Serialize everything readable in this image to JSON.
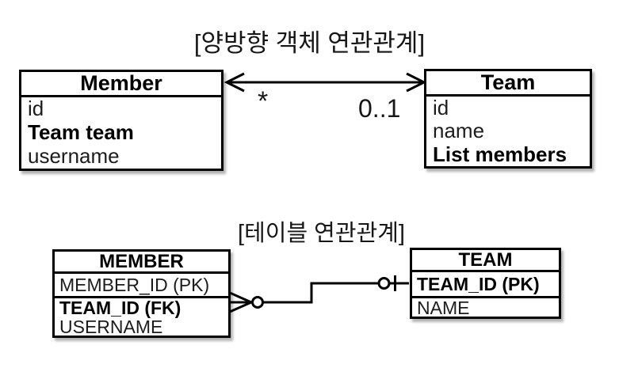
{
  "object_diagram": {
    "title": "[양방향 객체 연관관계]",
    "member": {
      "name": "Member",
      "attributes": [
        "id",
        "Team team",
        "username"
      ]
    },
    "team": {
      "name": "Team",
      "attributes": [
        "id",
        "name",
        "List members"
      ]
    },
    "association": {
      "member_multiplicity": "*",
      "team_multiplicity": "0..1"
    }
  },
  "table_diagram": {
    "title": "[테이블 연관관계]",
    "member_table": {
      "name": "MEMBER",
      "columns": [
        "MEMBER_ID (PK)",
        "TEAM_ID (FK)",
        "USERNAME"
      ]
    },
    "team_table": {
      "name": "TEAM",
      "columns": [
        "TEAM_ID (PK)",
        "NAME"
      ]
    }
  },
  "colors": {
    "line": "#000000",
    "background": "#ffffff",
    "text": "#161616"
  }
}
